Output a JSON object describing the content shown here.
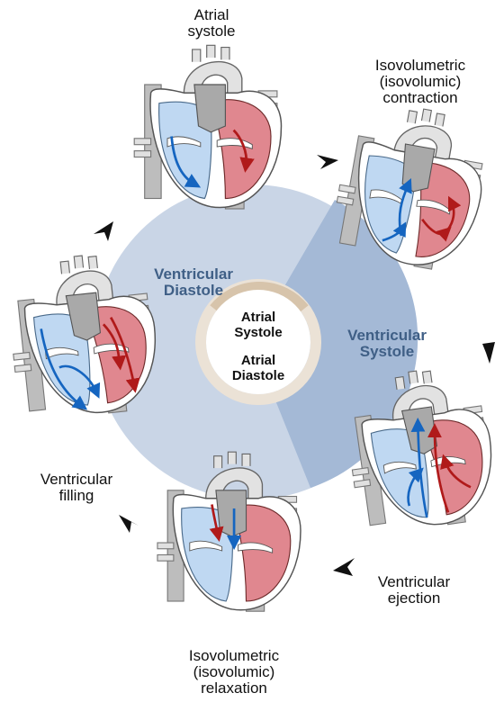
{
  "sectors": {
    "diastole": {
      "line1": "Ventricular",
      "line2": "Diastole"
    },
    "systole": {
      "line1": "Ventricular",
      "line2": "Systole"
    }
  },
  "inner_ring": {
    "top": {
      "line1": "Atrial",
      "line2": "Systole"
    },
    "bottom": {
      "line1": "Atrial",
      "line2": "Diastole"
    }
  },
  "stages": {
    "atrial_systole": {
      "lines": [
        "Atrial",
        "systole"
      ]
    },
    "iso_contraction": {
      "lines": [
        "Isovolumetric",
        "(isovolumic)",
        "contraction"
      ]
    },
    "ventricular_ejection": {
      "lines": [
        "Ventricular",
        "ejection"
      ]
    },
    "iso_relaxation": {
      "lines": [
        "Isovolumetric",
        "(isovolumic)",
        "relaxation"
      ]
    },
    "ventricular_filling": {
      "lines": [
        "Ventricular",
        "filling"
      ]
    }
  },
  "colors": {
    "diastole_sector": "#c9d5e6",
    "systole_sector": "#a4b9d6",
    "blood_oxygenated": "#e0878f",
    "blood_deoxygenated": "#bfd8f2",
    "arrow_red": "#b01a1a",
    "arrow_blue": "#1565c0",
    "vessel_gray": "#b8b8b8"
  }
}
